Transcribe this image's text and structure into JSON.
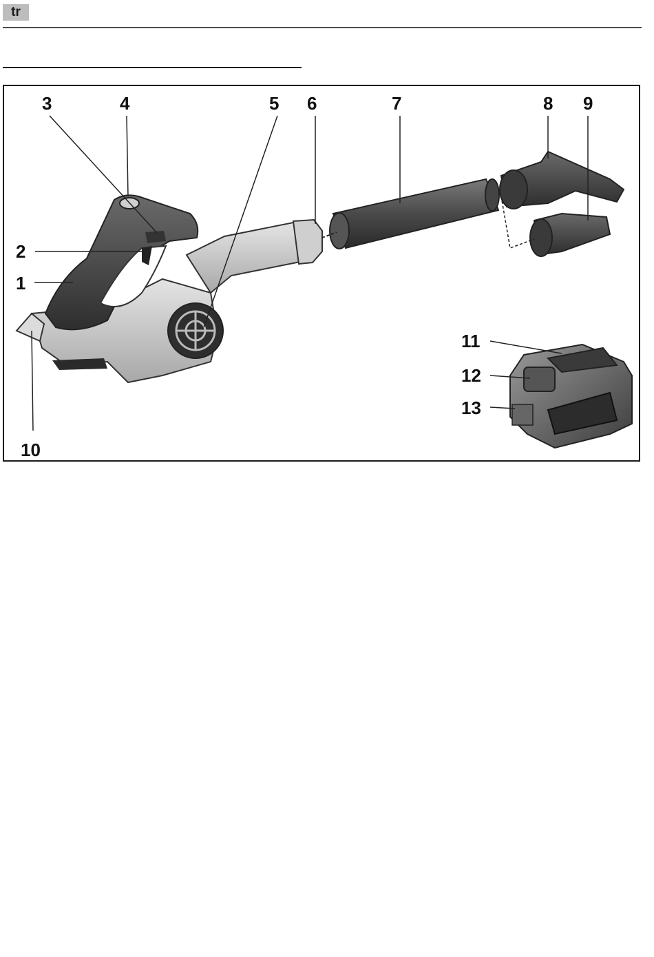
{
  "page": {
    "language_tag": "tr"
  },
  "figure": {
    "callouts": [
      "1",
      "2",
      "3",
      "4",
      "5",
      "6",
      "7",
      "8",
      "9",
      "10",
      "11",
      "12",
      "13"
    ]
  }
}
